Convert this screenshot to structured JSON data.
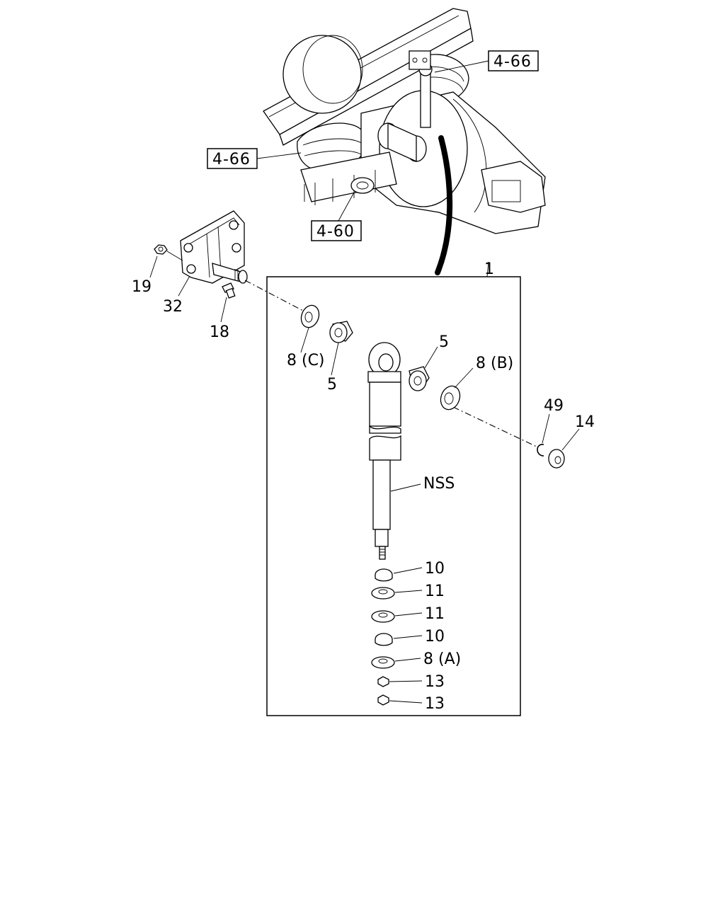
{
  "refs": {
    "r1": "4-66",
    "r2": "4-66",
    "r3": "4-60"
  },
  "labels": {
    "p1": "1",
    "p19": "19",
    "p32": "32",
    "p18": "18",
    "p8c": "8 (C)",
    "p5a": "5",
    "p5b": "5",
    "p8b": "8 (B)",
    "p49": "49",
    "p14": "14",
    "nss": "NSS",
    "p10a": "10",
    "p11a": "11",
    "p11b": "11",
    "p10b": "10",
    "p8a": "8 (A)",
    "p13a": "13",
    "p13b": "13"
  }
}
